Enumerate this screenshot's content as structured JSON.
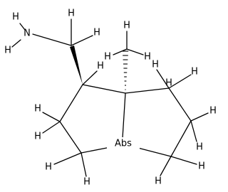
{
  "structure": {
    "labels": {
      "h_amine_top": "H",
      "n_amine": "N",
      "h_amine_bottom": "H",
      "h_ch2_a": "H",
      "h_ch2_b": "H",
      "h_methyl_top": "H",
      "h_methyl_left": "H",
      "h_methyl_right": "H",
      "h_c1": "H",
      "h_c2_a": "H",
      "h_c2_b": "H",
      "h_c3_a": "H",
      "h_c3_b": "H",
      "h_c5_a": "H",
      "h_c5_b": "H",
      "h_c6_a": "H",
      "h_c6_b": "H",
      "h_c7_a": "H",
      "h_c7_b": "H",
      "h_c7_c": "H",
      "bridge_atom": "Abs"
    }
  }
}
